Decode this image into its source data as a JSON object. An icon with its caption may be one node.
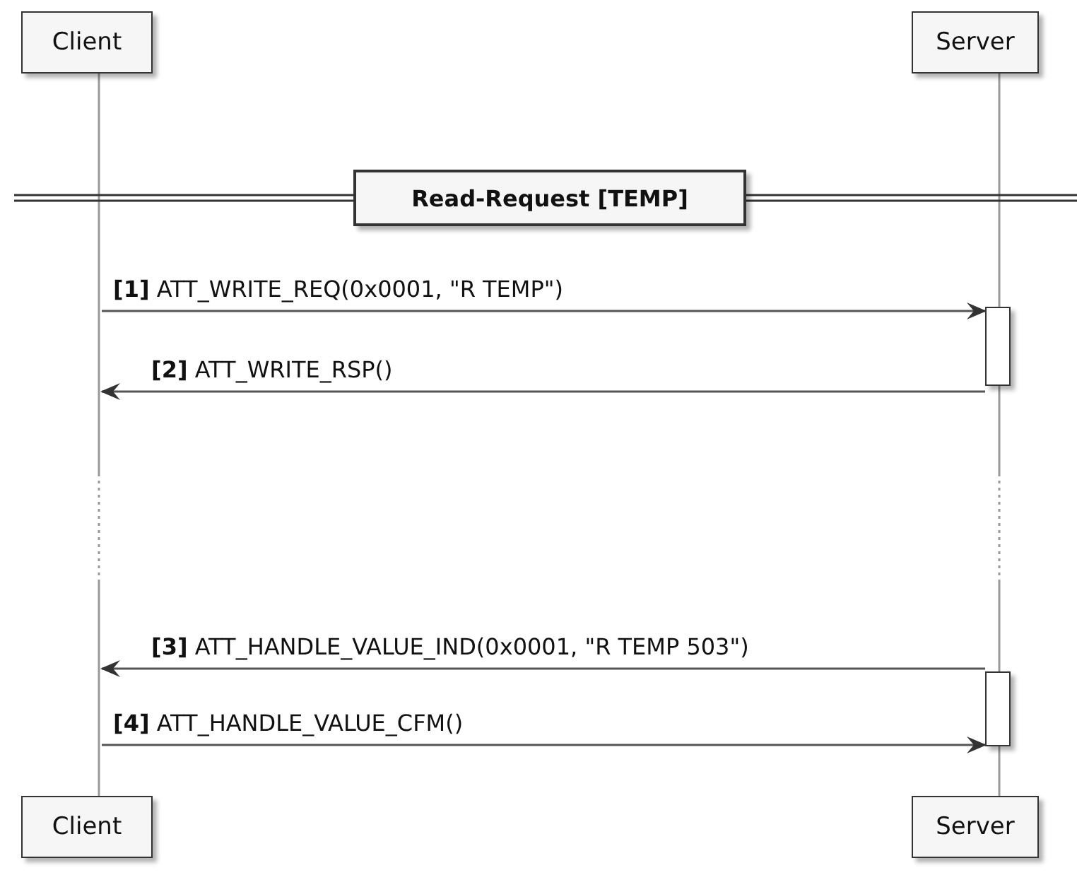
{
  "diagram": {
    "nodes": [
      {
        "text": [
          "Client"
        ]
      },
      {
        "text": [
          "Server"
        ]
      },
      {
        "text": [
          "Read-Request [TEMP]"
        ]
      },
      {
        "text": [],
        "shape": "line"
      },
      {
        "text": [],
        "shape": "line"
      },
      {
        "text": [],
        "shape": "bar"
      },
      {
        "text": [],
        "shape": "bar"
      },
      {
        "text": [
          "Client"
        ]
      },
      {
        "text": [
          "Server"
        ]
      }
    ],
    "edges": [
      {
        "from": 3,
        "to": 5,
        "arrow": "to",
        "label": "**[1]** ATT_WRITE_REQ(0x0001, \"R TEMP\")"
      },
      {
        "from": 5,
        "to": 3,
        "arrow": "to",
        "label": "**[2]** ATT_WRITE_RSP()"
      },
      {
        "from": 6,
        "to": 3,
        "arrow": "to",
        "label": "**[3]** ATT_HANDLE_VALUE_IND(0x0001, \"R TEMP 503\")"
      },
      {
        "from": 3,
        "to": 6,
        "arrow": "to",
        "label": "**[4]** ATT_HANDLE_VALUE_CFM()"
      }
    ]
  }
}
